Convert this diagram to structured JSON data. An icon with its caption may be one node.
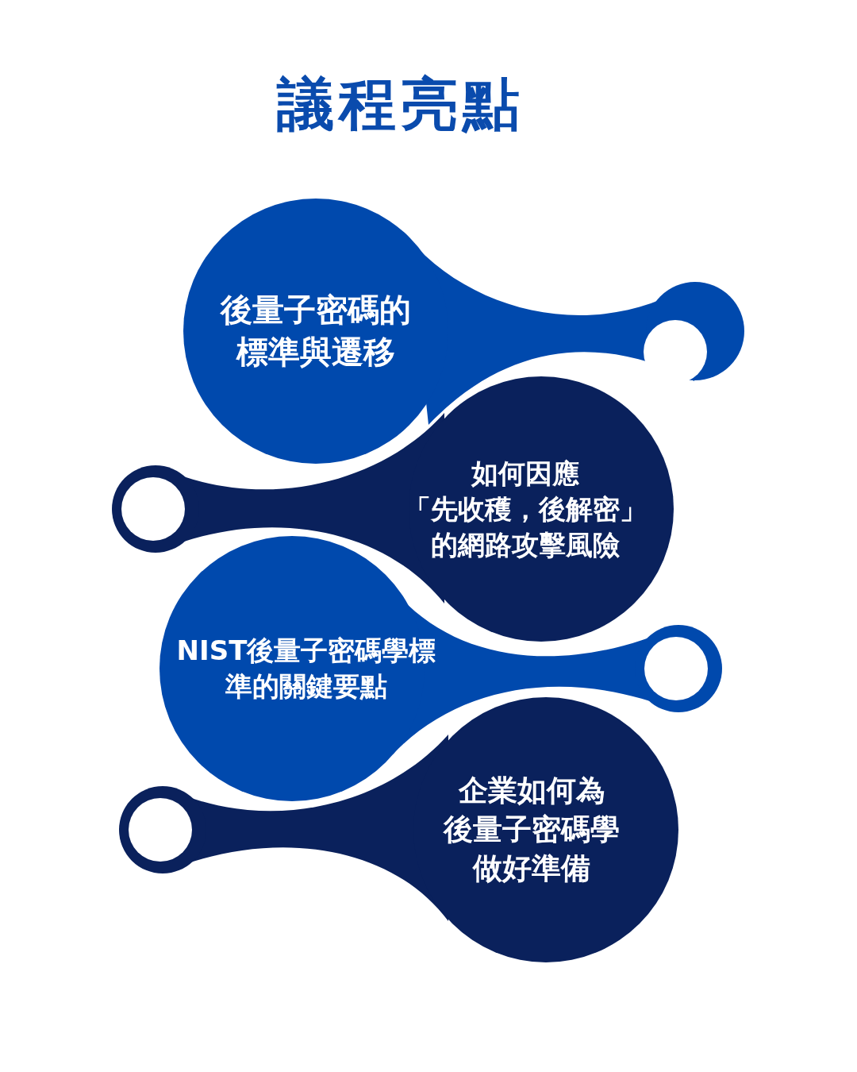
{
  "diagram": {
    "title": "議程亮點",
    "nodes": [
      {
        "text": [
          "後量子密碼的標準與遷移"
        ]
      },
      {
        "text": [
          "如何因應「先收穫，後解密」的網路攻擊風險"
        ]
      },
      {
        "text": [
          "NIST後量子密碼學標準的關鍵要點"
        ]
      },
      {
        "text": [
          "企業如何為後量子密碼學做好準備"
        ]
      }
    ]
  }
}
